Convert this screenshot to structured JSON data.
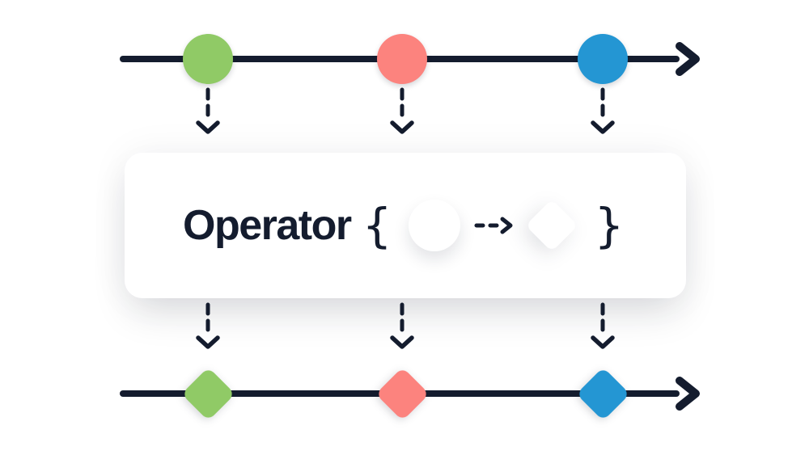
{
  "diagram": {
    "type": "marble-diagram",
    "operator": {
      "label": "Operator",
      "brace_open": "{",
      "brace_close": "}",
      "signature": "circle --> diamond"
    },
    "input_stream": {
      "shape": "circle",
      "marbles": [
        {
          "name": "green-marble",
          "color": "#90ca66"
        },
        {
          "name": "salmon-marble",
          "color": "#fc837e"
        },
        {
          "name": "blue-marble",
          "color": "#2496d3"
        }
      ]
    },
    "output_stream": {
      "shape": "diamond",
      "marbles": [
        {
          "name": "green-marble",
          "color": "#90ca66"
        },
        {
          "name": "salmon-marble",
          "color": "#fc837e"
        },
        {
          "name": "blue-marble",
          "color": "#2496d3"
        }
      ]
    },
    "colors": {
      "ink": "#141c2e",
      "card_background": "#ffffff",
      "page_background": "#ffffff"
    }
  }
}
